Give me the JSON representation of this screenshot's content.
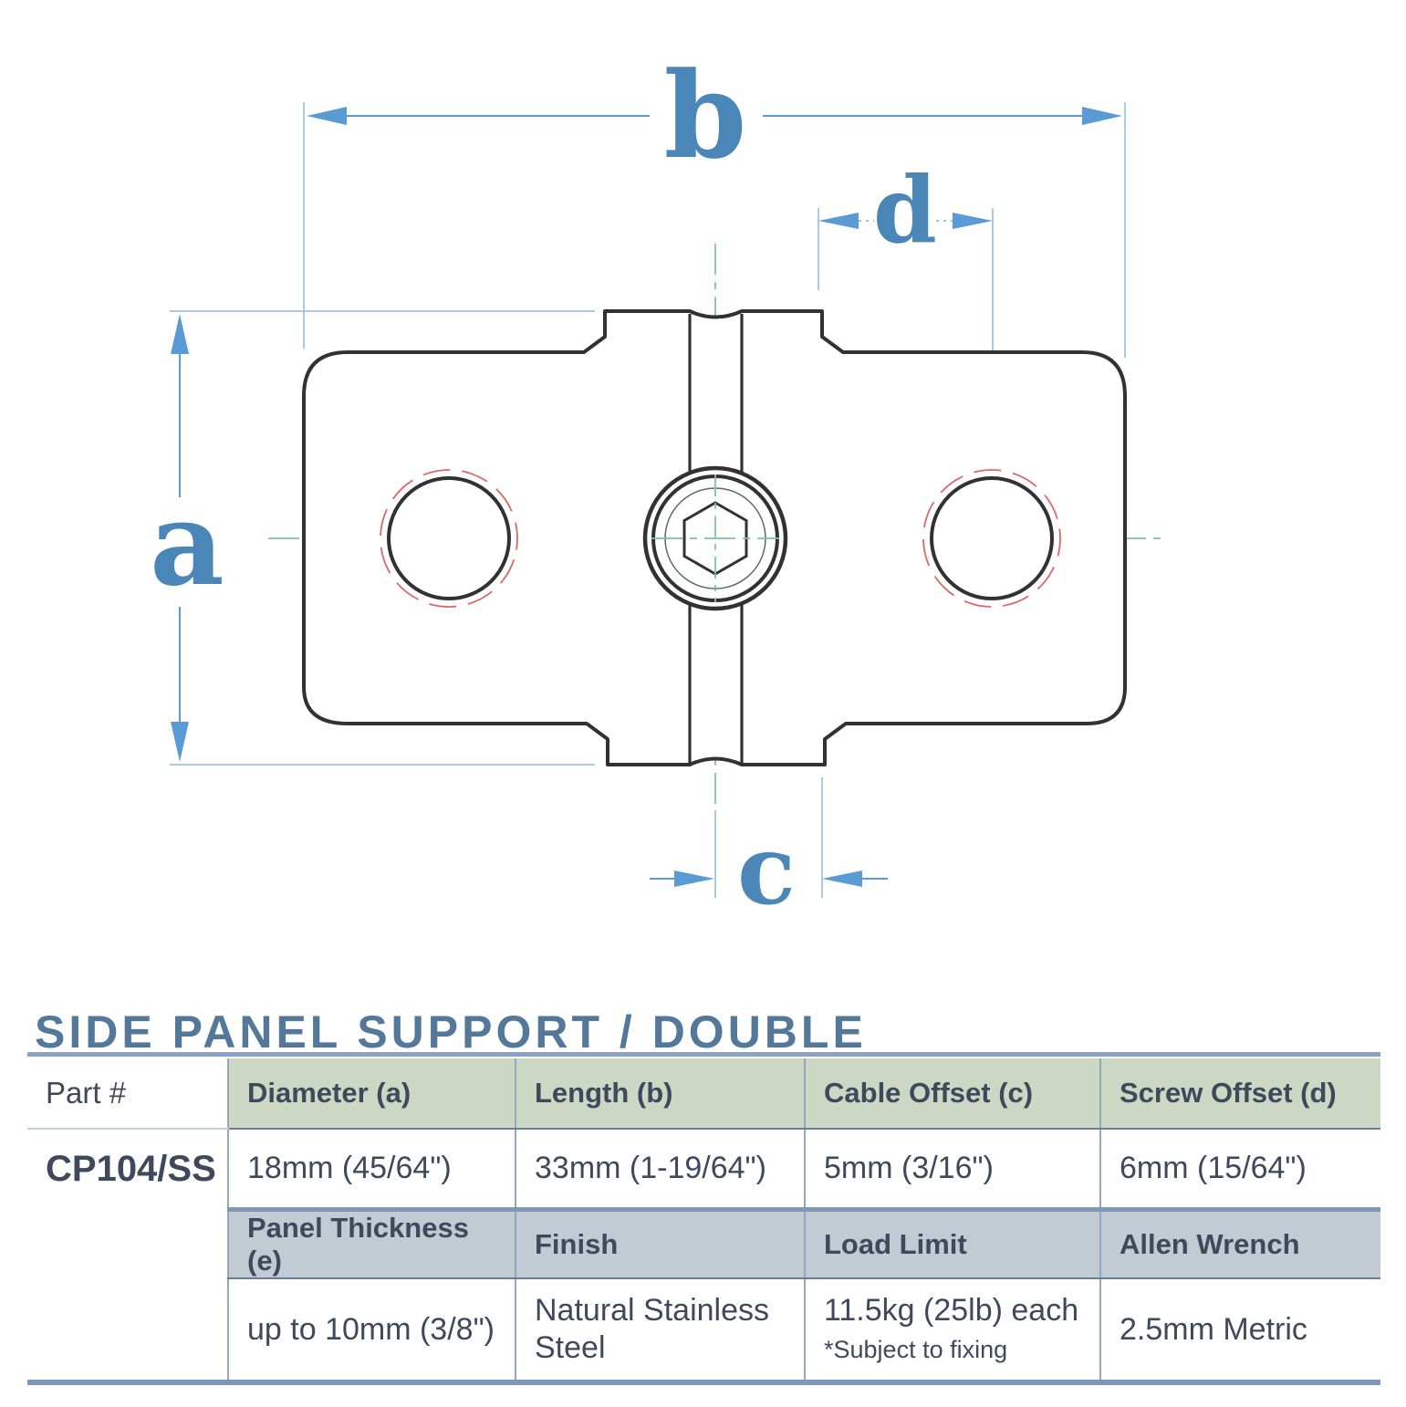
{
  "title": "SIDE PANEL SUPPORT / DOUBLE",
  "diagram": {
    "dimension_labels": {
      "a": "a",
      "b": "b",
      "c": "c",
      "d": "d"
    },
    "colors": {
      "outline": "#323232",
      "centerline_green": "#7cc69b",
      "hole_clearance_red": "#e06666",
      "dimension_blue": "#5b9bd5",
      "extension_blue": "#abcbe5",
      "letter_blue": "#4a86b8"
    }
  },
  "table": {
    "headers_row1": [
      "Part #",
      "Diameter (a)",
      "Length (b)",
      "Cable Offset (c)",
      "Screw Offset (d)"
    ],
    "part_number": "CP104/SS",
    "values_row1": [
      "18mm (45/64\")",
      "33mm (1-19/64\")",
      "5mm (3/16\")",
      "6mm (15/64\")"
    ],
    "headers_row2": [
      "Panel Thickness (e)",
      "Finish",
      "Load Limit",
      "Allen Wrench"
    ],
    "values_row2": [
      "up to 10mm (3/8\")",
      "Natural Stainless Steel",
      "11.5kg (25lb) each",
      "2.5mm Metric"
    ],
    "load_limit_note": "*Subject to fixing"
  }
}
